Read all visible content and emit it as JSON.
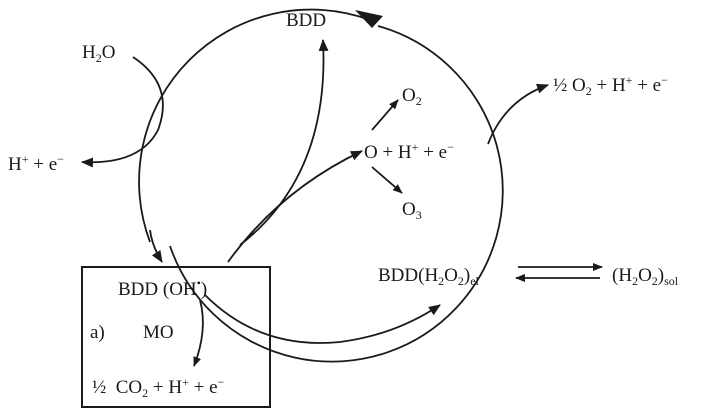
{
  "diagram": {
    "bdd_top": "BDD",
    "water": {
      "base": "H",
      "sub": "2",
      "tail": "O"
    },
    "proton_left": {
      "base": "H",
      "sup": "+",
      "mid": " + e",
      "sup2": "−"
    },
    "oxygen_line": {
      "text": "O + H",
      "sup": "+",
      "mid": " + e",
      "sup2": "−"
    },
    "o2": {
      "base": "O",
      "sub": "2"
    },
    "o3": {
      "base": "O",
      "sub": "3"
    },
    "half_o2": {
      "frac": "½",
      "base": " O",
      "sub": "2",
      "mid": " + H",
      "sup": "+",
      "mid2": " + e",
      "sup2": "−"
    },
    "bdd_h2o2_el": {
      "a": "BDD(H",
      "sub1": "2",
      "b": "O",
      "sub2": "2",
      "c": ")",
      "sub3": "el"
    },
    "h2o2_sol": {
      "a": "(H",
      "sub1": "2",
      "b": "O",
      "sub2": "2",
      "c": ")",
      "sub3": "sol"
    },
    "box": {
      "title": {
        "a": "BDD (OH",
        "sup": "•",
        "b": ")"
      },
      "label_a": "a)",
      "mo": "MO",
      "bottom": {
        "frac": "½",
        "a": "  CO",
        "sub": "2",
        "mid": " + H",
        "sup": "+",
        "mid2": " + e",
        "sup2": "−"
      }
    }
  }
}
